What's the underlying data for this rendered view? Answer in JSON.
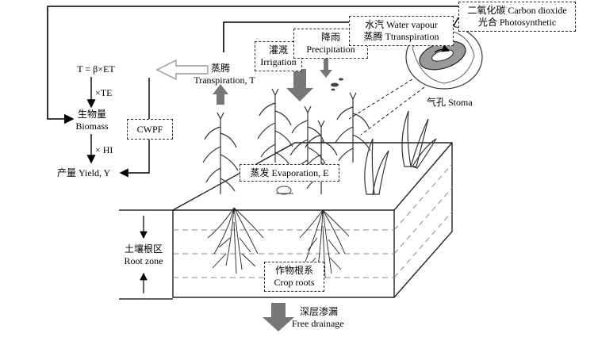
{
  "formula": {
    "transpiration_eq": "T = β×ET",
    "te": "×TE",
    "biomass_zh": "生物量",
    "biomass_en": "Biomass",
    "hi": "× HI",
    "yield": "产量 Yield, Y",
    "cwpf": "CWPF"
  },
  "labels": {
    "transpiration_zh": "蒸腾",
    "transpiration_en": "Transpiration, T",
    "irrigation_zh": "灌溉",
    "irrigation_en": "Irrigation",
    "precipitation_zh": "降雨",
    "precipitation_en": "Precipitation",
    "water_vapour": "水汽 Water vapour",
    "ttranspiration": "蒸腾 Ttranspiration",
    "co2": "二氧化碳 Carbon dioxide",
    "photosynthetic": "光合 Photosynthetic",
    "stoma": "气孔 Stoma",
    "evaporation": "蒸发 Evaporation, E",
    "root_zone_zh": "土壤根区",
    "root_zone_en": "Root zone",
    "crop_roots_zh": "作物根系",
    "crop_roots_en": "Crop roots",
    "drainage_zh": "深层渗漏",
    "drainage_en": "Free drainage"
  }
}
